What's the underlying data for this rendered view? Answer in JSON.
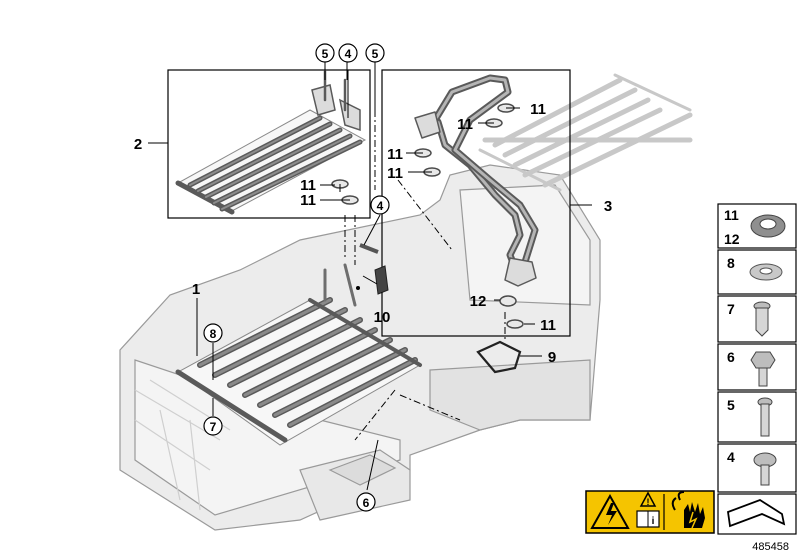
{
  "diagram_id": "485458",
  "callouts": {
    "c1": "1",
    "c2": "2",
    "c3": "3",
    "c4a": "4",
    "c4b": "4",
    "c5a": "5",
    "c5b": "5",
    "c6": "6",
    "c7": "7",
    "c8": "8",
    "c9": "9",
    "c10": "10",
    "c11a": "11",
    "c11b": "11",
    "c11c": "11",
    "c11d": "11",
    "c11e": "11",
    "c11f": "11",
    "c11g": "11",
    "c12": "12"
  },
  "legend": {
    "l11": "11",
    "l12": "12",
    "l8": "8",
    "l7": "7",
    "l6": "6",
    "l5": "5",
    "l4": "4"
  },
  "colors": {
    "line": "#000000",
    "part_fill": "#e6e6e6",
    "part_stroke": "#6e6e6e",
    "ghost_stroke": "#bdbdbd",
    "warning_yellow": "#f5c400"
  }
}
